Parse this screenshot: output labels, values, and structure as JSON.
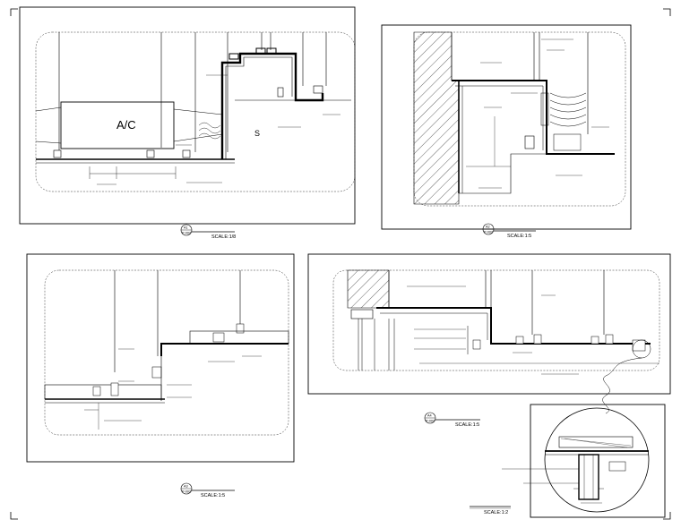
{
  "drawing": {
    "title_marks": {
      "tl_no": "A1",
      "tl_ref": "P-002",
      "tr_no": "A2",
      "tr_ref": "P-002",
      "bl_no": "A3",
      "bl_ref": "P-002",
      "br_no": "A4",
      "br_ref": "P-002"
    },
    "scales": {
      "tl": "SCALE:1/8",
      "tr": "SCALE:1:5",
      "bl": "SCALE:1:5",
      "br": "SCALE:1:5",
      "detail": "SCALE:1:2"
    },
    "labels": {
      "ac": "A/C",
      "s": "S"
    }
  }
}
